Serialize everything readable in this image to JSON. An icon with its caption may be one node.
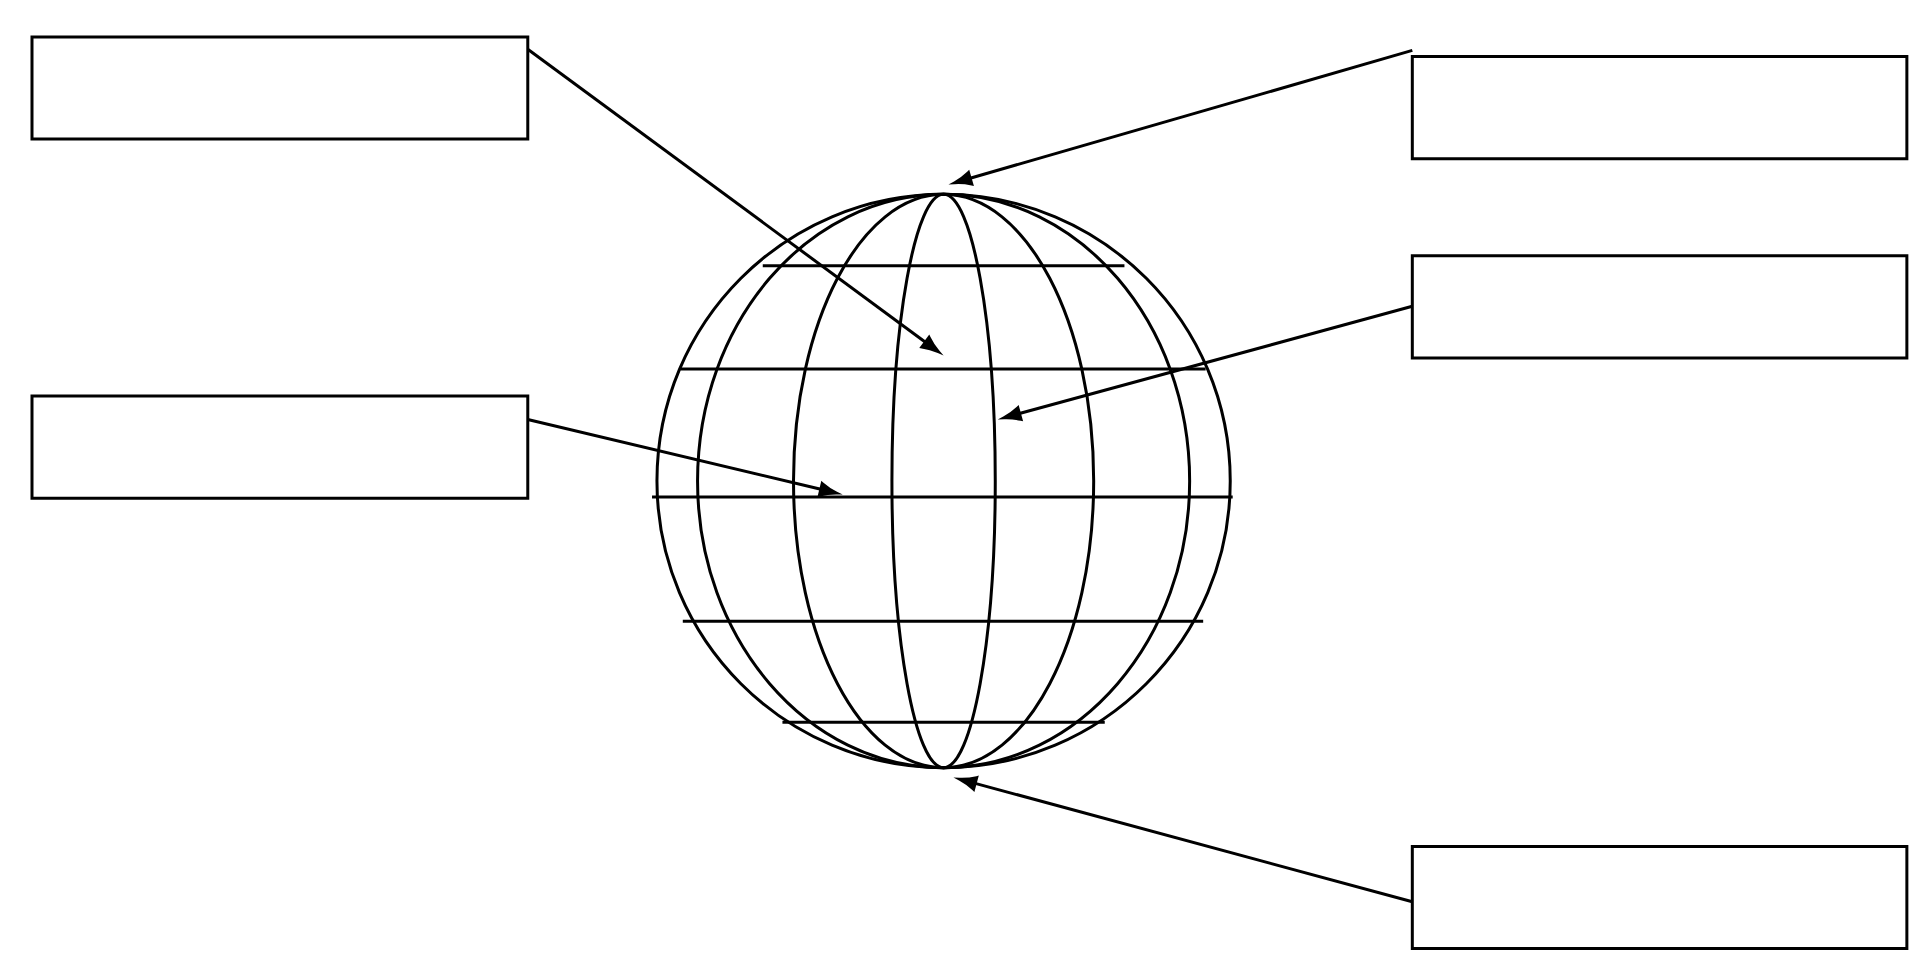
{
  "diagram": {
    "nodes": [
      {
        "text": [],
        "shape": "box"
      },
      {
        "text": [],
        "shape": "box"
      },
      {
        "text": [],
        "shape": "box"
      },
      {
        "text": [],
        "shape": "box"
      },
      {
        "text": [],
        "shape": "box"
      }
    ],
    "edges": [
      {
        "from": 0,
        "to": null,
        "arrow": "to"
      },
      {
        "from": 1,
        "to": null,
        "arrow": "to"
      },
      {
        "from": 2,
        "to": null,
        "arrow": "to"
      },
      {
        "from": 3,
        "to": null,
        "arrow": "to"
      },
      {
        "from": 4,
        "to": null,
        "arrow": "to"
      }
    ]
  }
}
